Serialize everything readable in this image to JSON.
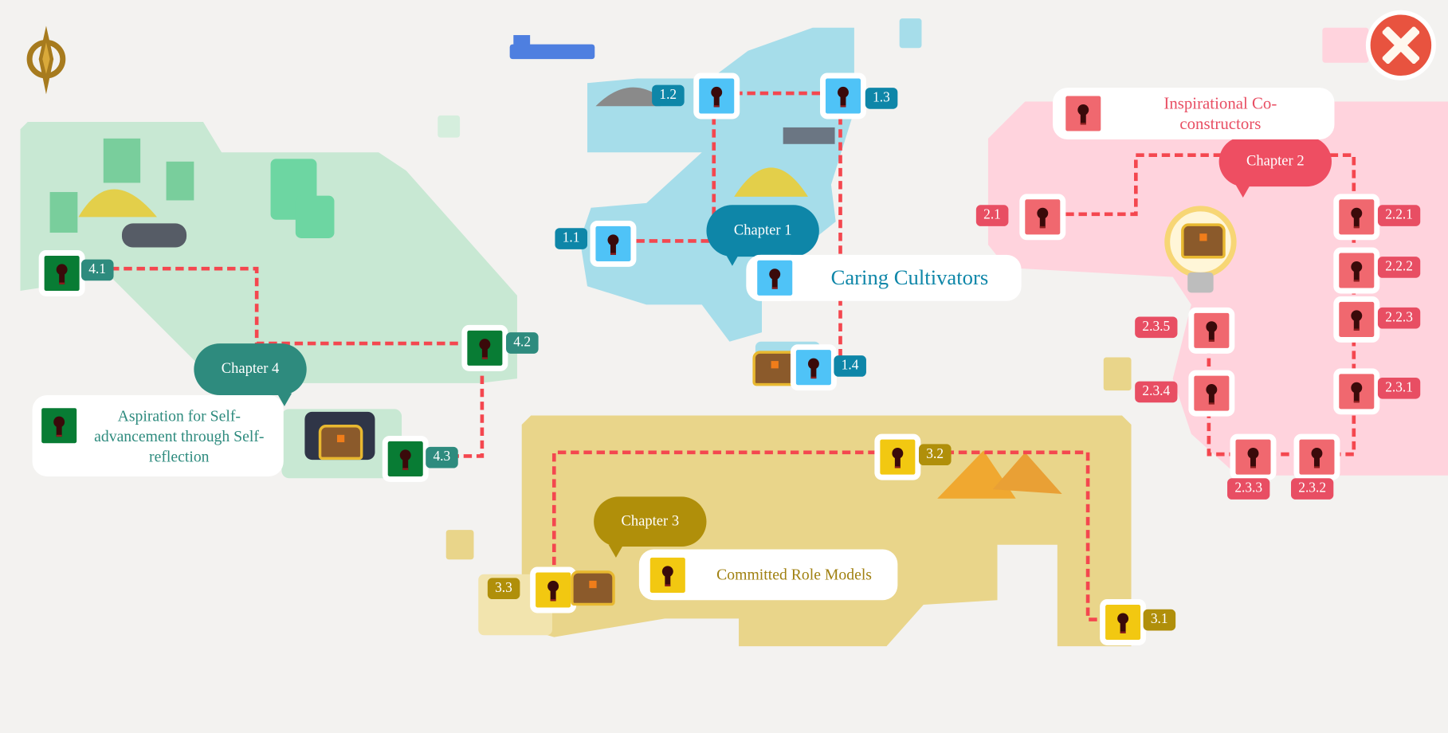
{
  "chapters": {
    "ch1": {
      "bubble": "Chapter 1",
      "title": "Caring Cultivators",
      "nodes": {
        "n1": "1.1",
        "n2": "1.2",
        "n3": "1.3",
        "n4": "1.4"
      }
    },
    "ch2": {
      "bubble": "Chapter 2",
      "title": "Inspirational Co-constructors",
      "nodes": {
        "n1": "2.1",
        "n221": "2.2.1",
        "n222": "2.2.2",
        "n223": "2.2.3",
        "n231": "2.3.1",
        "n232": "2.3.2",
        "n233": "2.3.3",
        "n234": "2.3.4",
        "n235": "2.3.5"
      }
    },
    "ch3": {
      "bubble": "Chapter 3",
      "title": "Committed Role Models",
      "nodes": {
        "n1": "3.1",
        "n2": "3.2",
        "n3": "3.3"
      }
    },
    "ch4": {
      "bubble": "Chapter 4",
      "title": "Aspiration for Self-advancement through Self-reflection",
      "nodes": {
        "n1": "4.1",
        "n2": "4.2",
        "n3": "4.3"
      }
    }
  },
  "colors": {
    "ch1": "#0E86A8",
    "ch2": "#E84E63",
    "ch3": "#B08F0A",
    "ch4": "#2E8B7E",
    "path": "#F4474F",
    "close": "#E8533F"
  },
  "icons": {
    "compass": "compass-icon",
    "close": "close-icon",
    "node": "keyhole-lock-icon",
    "chest": "treasure-chest-icon"
  }
}
